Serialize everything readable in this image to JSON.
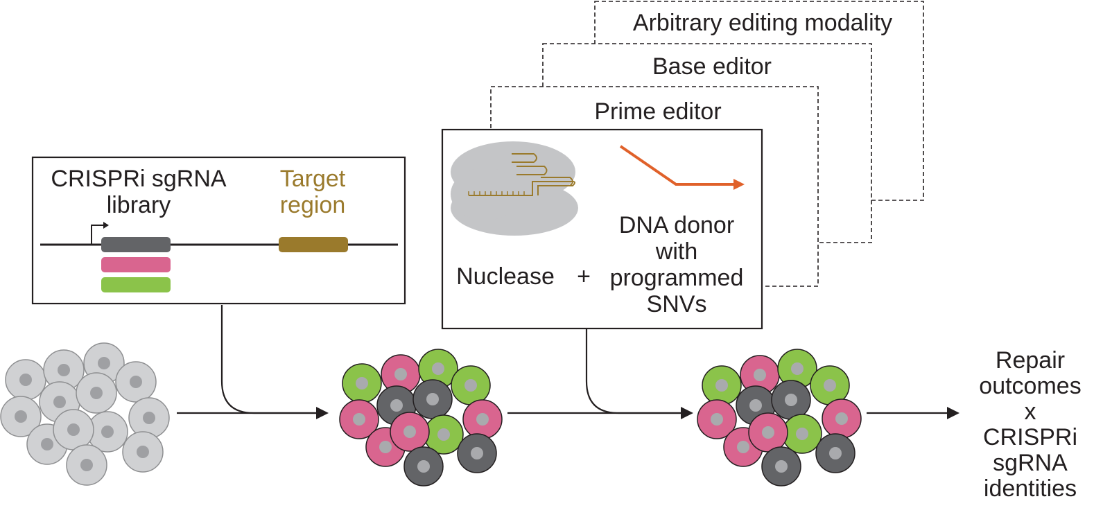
{
  "colors": {
    "target_region": "#9a7a2c",
    "promoter_bar": "#636467",
    "pink": "#d9658f",
    "green": "#8bc34a",
    "donor_arrow": "#e0612a",
    "grey_cell": "#d0d1d3",
    "nuclease": "#c4c5c7"
  },
  "library_box": {
    "title_line1": "CRISPRi sgRNA",
    "title_line2": "library",
    "target_line1": "Target",
    "target_line2": "region"
  },
  "modalities": {
    "arbitrary": "Arbitrary editing modality",
    "base": "Base editor",
    "prime": "Prime editor"
  },
  "nuclease_box": {
    "nuclease": "Nuclease",
    "plus": "+",
    "donor_line1": "DNA donor",
    "donor_line2": "with",
    "donor_line3": "programmed",
    "donor_line4": "SNVs"
  },
  "output": {
    "line1": "Repair",
    "line2": "outcomes",
    "line3": "x",
    "line4": "CRISPRi",
    "line5": "sgRNA",
    "line6": "identities"
  },
  "icons": [
    "promoter-arrow-icon",
    "nuclease-icon",
    "sgrna-icon",
    "donor-arrow-icon",
    "process-arrow-icon"
  ]
}
